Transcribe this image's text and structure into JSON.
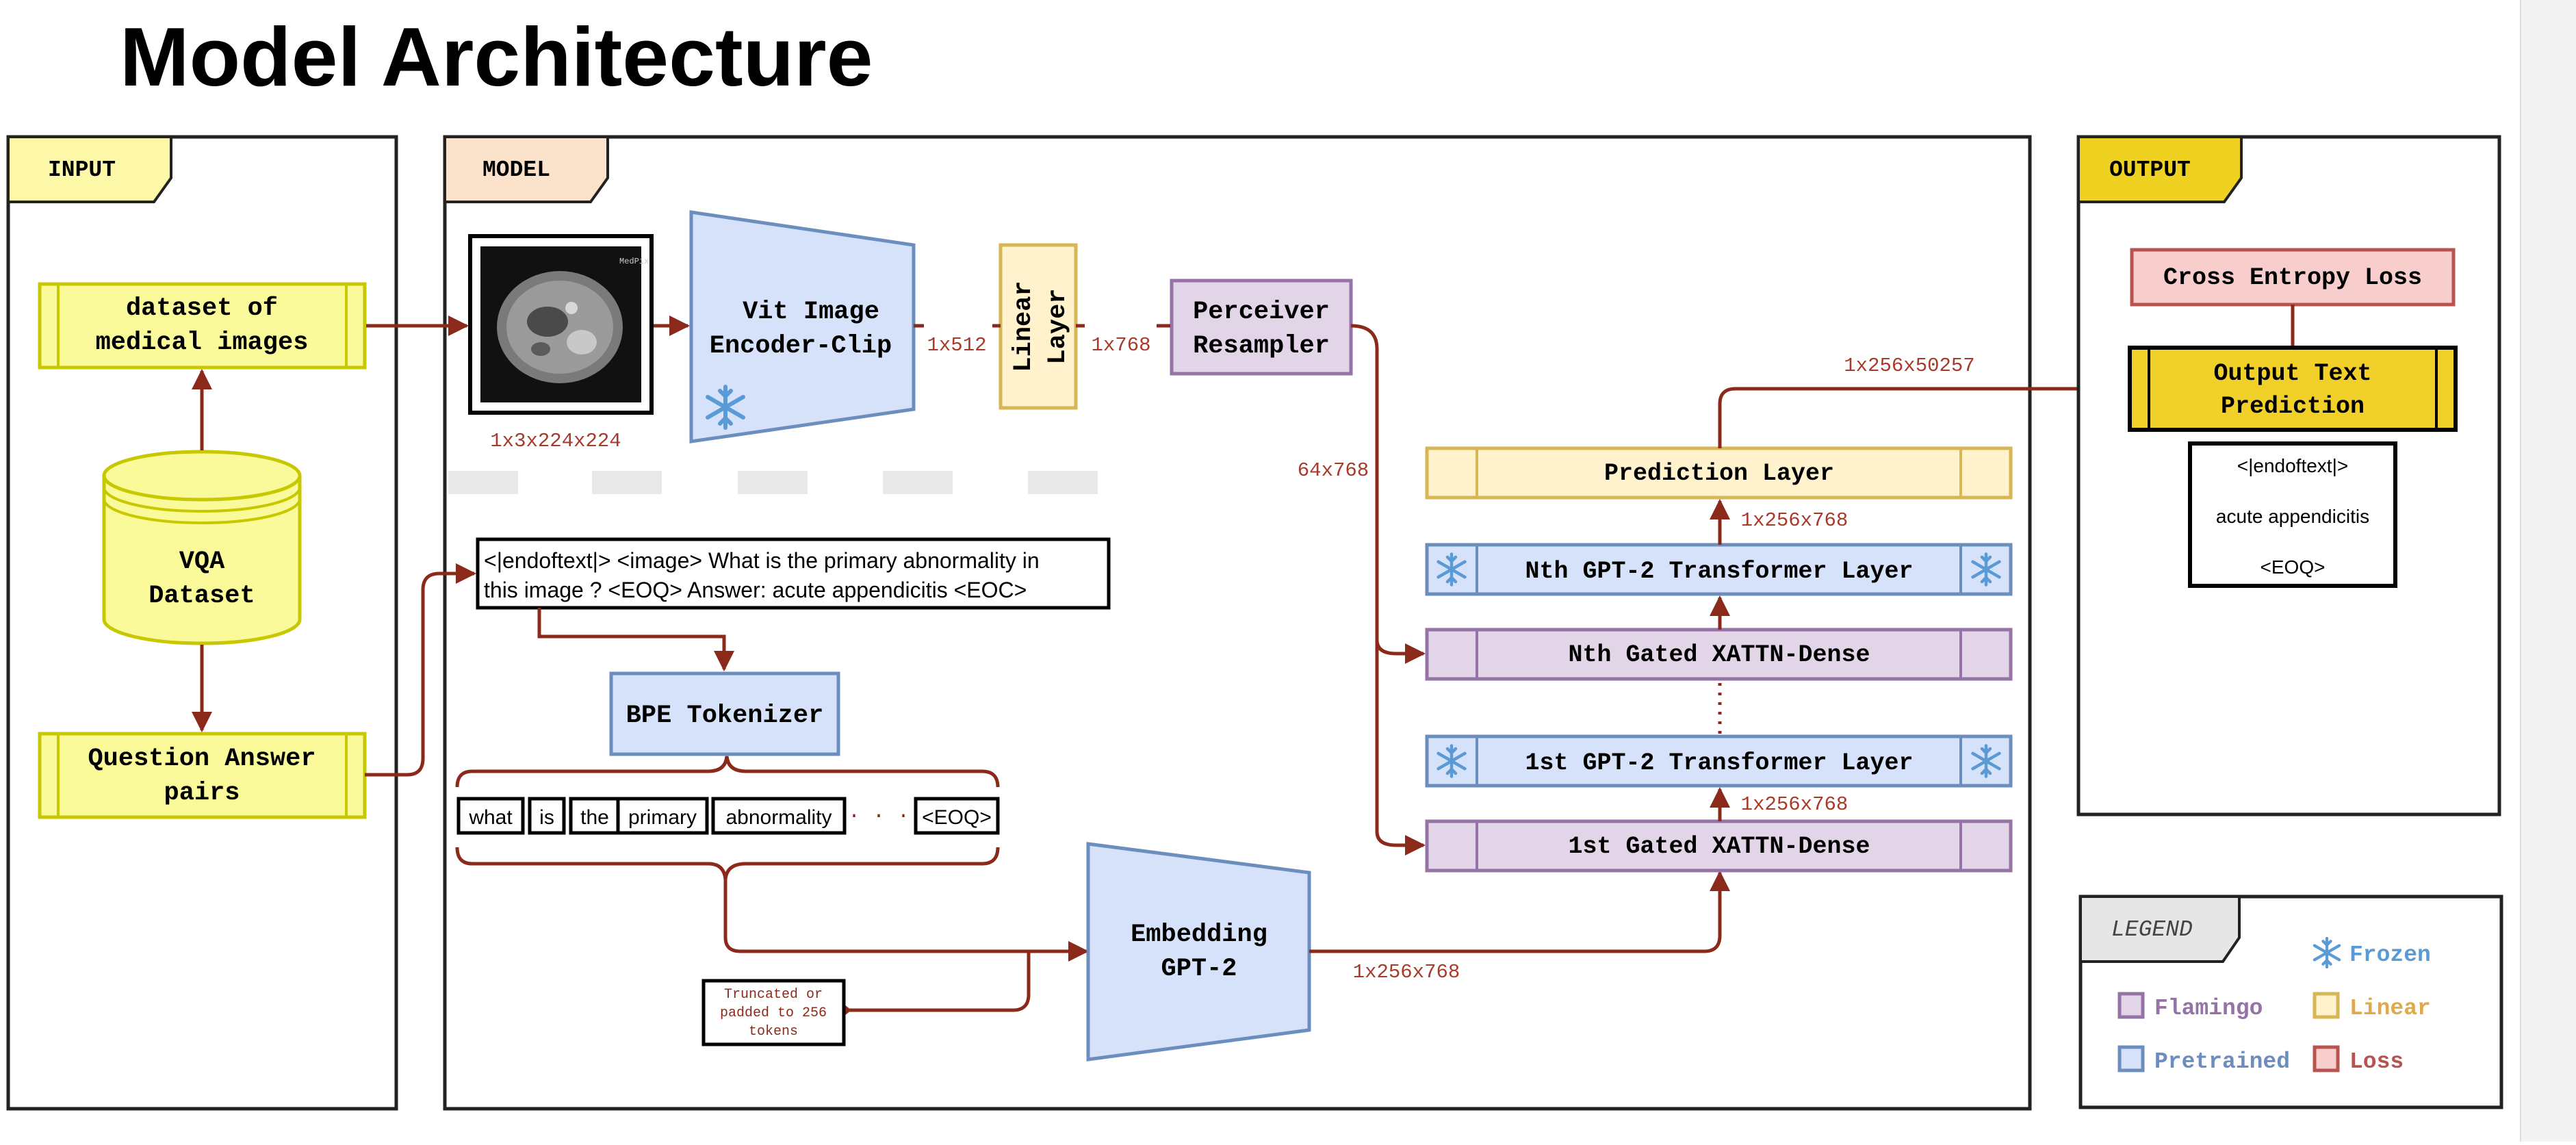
{
  "title": "Model Architecture",
  "panels": {
    "input": "INPUT",
    "model": "MODEL",
    "output": "OUTPUT"
  },
  "input": {
    "dataset_line1": "dataset of",
    "dataset_line2": "medical images",
    "vqa_line1": "VQA",
    "vqa_line2": "Dataset",
    "qa_line1": "Question Answer",
    "qa_line2": "pairs"
  },
  "model": {
    "image_dim": "1x3x224x224",
    "vit_line1": "Vit Image",
    "vit_line2": "Encoder-Clip",
    "dim_512": "1x512",
    "linear_line1": "Linear",
    "linear_line2": "Layer",
    "dim_768": "1x768",
    "perceiver_line1": "Perceiver",
    "perceiver_line2": "Resampler",
    "dim_64x768": "64x768",
    "prompt_line1": "<|endoftext|> <image> What is the primary abnormality in",
    "prompt_line2": "this image ?  <EOQ> Answer: acute appendicitis <EOC>",
    "tokenizer": "BPE Tokenizer",
    "tokens": [
      "what",
      "is",
      "the",
      "primary",
      "abnormality",
      "<EOQ>"
    ],
    "ellipsis": "· · ·",
    "trunc_line1": "Truncated or",
    "trunc_line2": "padded to 256",
    "trunc_line3": "tokens",
    "embed_line1": "Embedding",
    "embed_line2": "GPT-2",
    "dim_embed": "1x256x768",
    "prediction_layer": "Prediction Layer",
    "dim_pred_out": "1x256x50257",
    "dim_pred_in": "1x256x768",
    "nth_gpt2": "Nth GPT-2 Transformer Layer",
    "nth_xattn": "Nth Gated XATTN-Dense",
    "first_gpt2": "1st GPT-2 Transformer Layer",
    "dim_1st": "1x256x768",
    "first_xattn": "1st Gated XATTN-Dense"
  },
  "output": {
    "loss": "Cross Entropy Loss",
    "pred_line1": "Output Text",
    "pred_line2": "Prediction",
    "out_line1": "<|endoftext|>",
    "out_line2": "acute appendicitis",
    "out_line3": "<EOQ>"
  },
  "legend": {
    "title": "LEGEND",
    "frozen": "Frozen",
    "flamingo": "Flamingo",
    "linear": "Linear",
    "pretrained": "Pretrained",
    "loss": "Loss"
  },
  "colors": {
    "arrow": "#8b2a1a",
    "yellow_fill": "#fafa9a",
    "yellow_stroke": "#c8c800",
    "blue_fill": "#d6e2fa",
    "blue_stroke": "#6c8ebf",
    "purple_fill": "#e2d5e8",
    "purple_stroke": "#9673a6",
    "linear_fill": "#fff2cc",
    "linear_stroke": "#d6b656",
    "loss_fill": "#f8cecc",
    "loss_stroke": "#b85450",
    "output_fill": "#f2d02a",
    "frozen_icon": "#5b9bd5"
  }
}
